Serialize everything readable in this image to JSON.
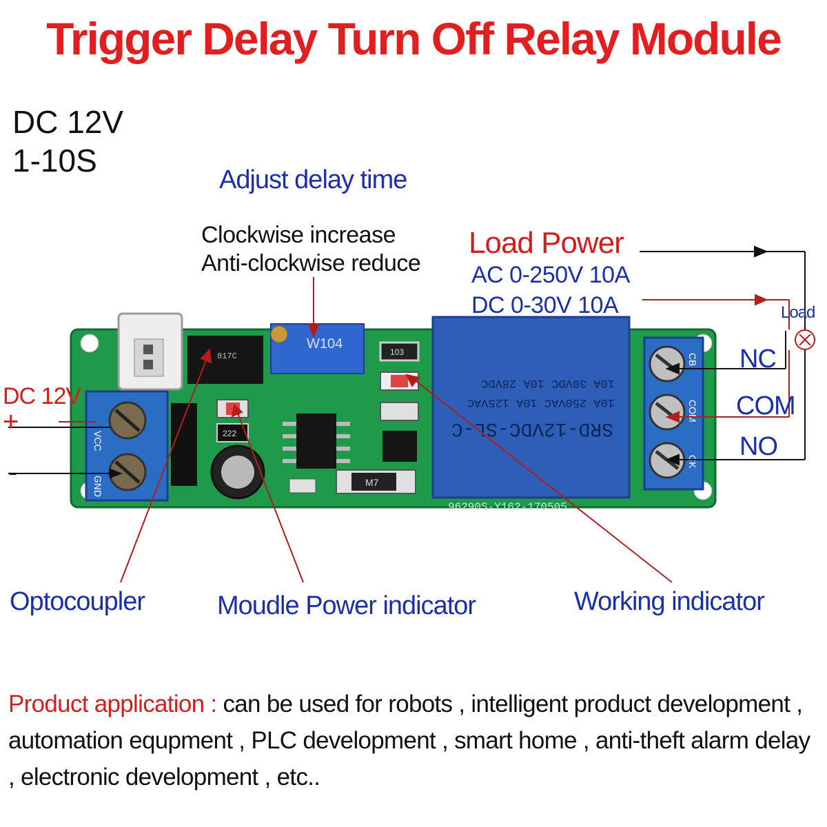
{
  "title": "Trigger Delay Turn Off Relay Module",
  "specs": {
    "voltage": "DC  12V",
    "delay_range": "1-10S"
  },
  "labels": {
    "adjust": "Adjust delay time",
    "clockwise": "Clockwise increase",
    "anticlockwise": "Anti-clockwise reduce",
    "load_power": "Load Power",
    "ac_rating": "AC 0-250V  10A",
    "dc_rating": "DC  0-30V  10A",
    "load": "Load",
    "nc": "NC",
    "com": "COM",
    "no": "NO",
    "dc12v": "DC 12V",
    "plus": "+",
    "minus": "-",
    "optocoupler": "Optocoupler",
    "power_indicator": "Moudle Power indicator",
    "working_indicator": "Working indicator"
  },
  "board": {
    "relay_line1": "SRD-12VDC-SL-C",
    "relay_line2": "10A 250VAC  10A 125VAC",
    "relay_line3": "10A 30VDC  10A 28VDC",
    "pot_marking": "W104",
    "pcb_code": "96290S-Y162-170505",
    "vcc": "VCC",
    "gnd": "GND",
    "cb": "CB",
    "com_pin": "COM",
    "ck": "CK",
    "cap_code": "222",
    "res_code": "103",
    "diode_code": "M7",
    "opto_code": "817C"
  },
  "application": {
    "heading": "Product application :",
    "body": " can be used for robots , intelligent product development , automation equpment , PLC development , smart home , anti-theft alarm delay , electronic development , etc.."
  },
  "colors": {
    "title_red": "#e02020",
    "label_blue": "#1a2fa8",
    "pcb_green": "#1f9a4a",
    "terminal_blue": "#2b6cc4",
    "relay_blue": "#2e5fb8"
  }
}
